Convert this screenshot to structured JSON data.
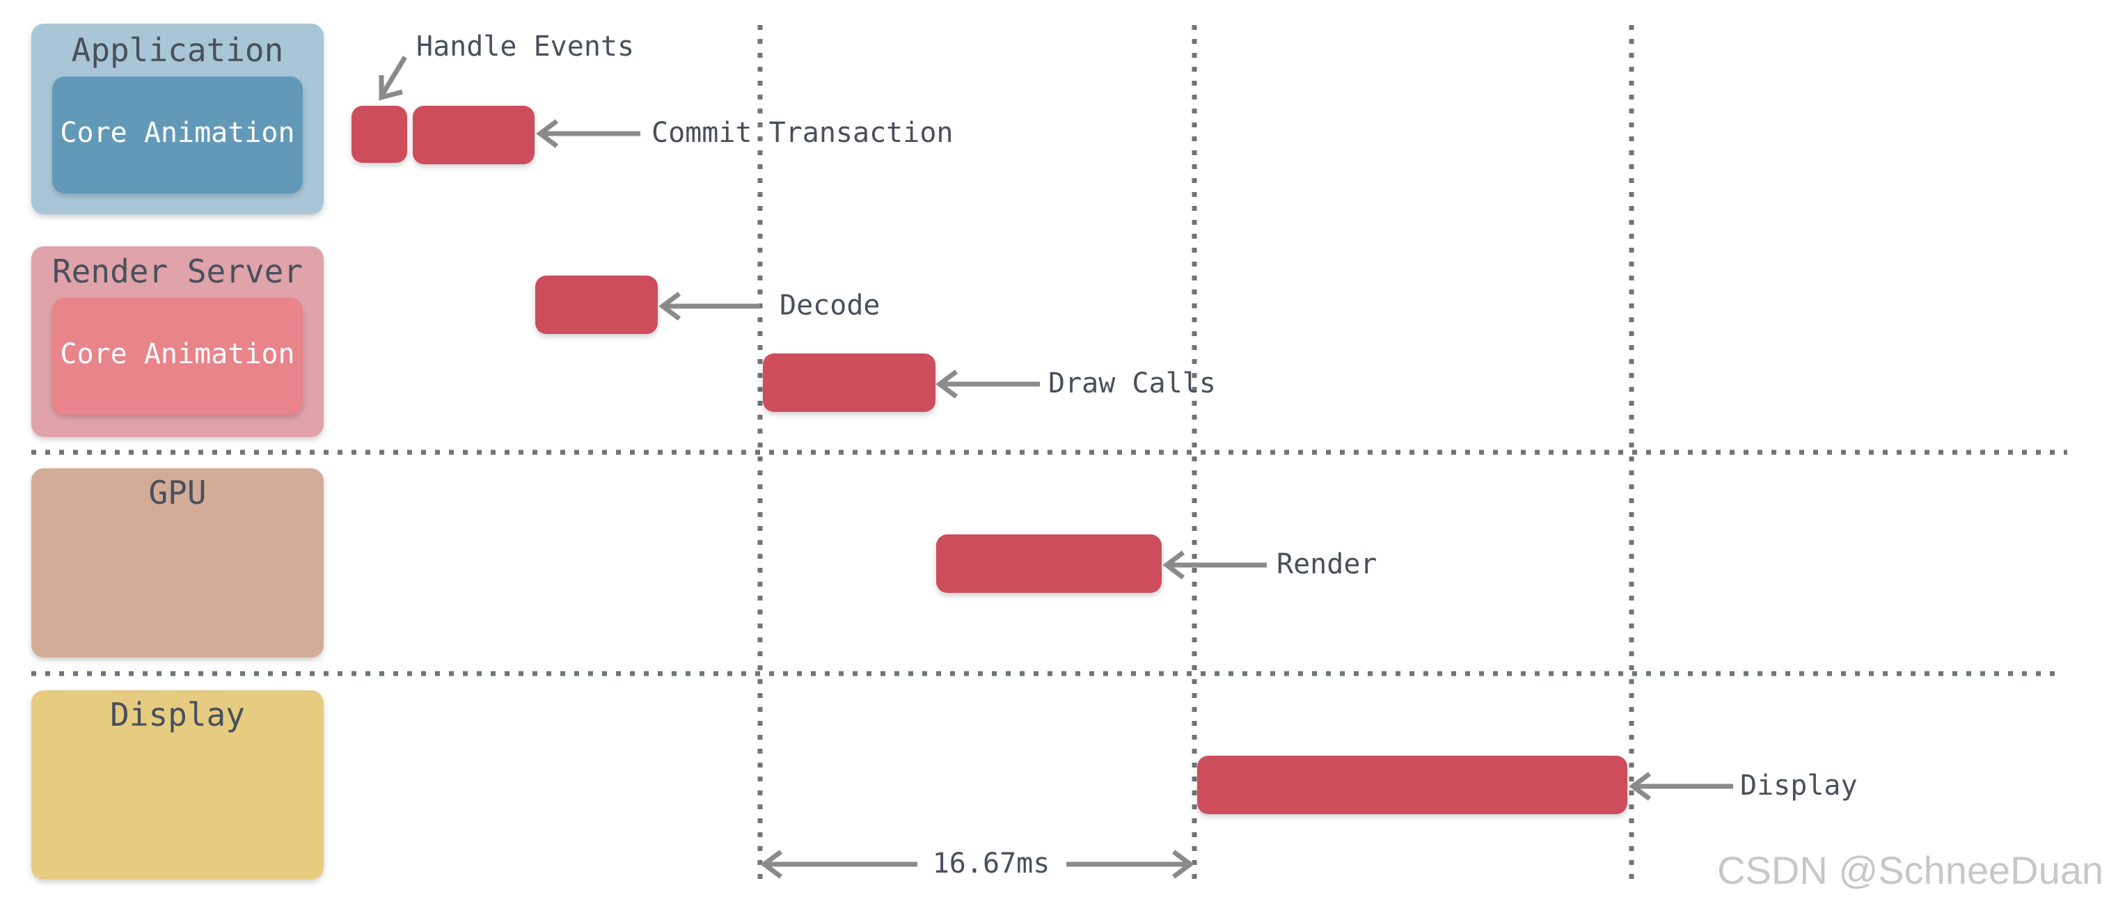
{
  "lanes": {
    "application": {
      "title": "Application",
      "inner": "Core Animation"
    },
    "render_server": {
      "title": "Render Server",
      "inner": "Core Animation"
    },
    "gpu": {
      "title": "GPU"
    },
    "display": {
      "title": "Display"
    }
  },
  "callouts": {
    "handle_events": "Handle Events",
    "commit_transaction": "Commit Transaction",
    "decode": "Decode",
    "draw_calls": "Draw Calls",
    "render": "Render",
    "display": "Display"
  },
  "frame_interval": "16.67ms",
  "watermark": "CSDN @SchneeDuan",
  "colors": {
    "application_lane": "#a8c6d8",
    "application_inner": "#6499b8",
    "render_server_lane": "#e0a3aa",
    "render_server_inner": "#e8848a",
    "gpu_lane": "#d3ac98",
    "display_lane": "#e6cc80",
    "task_bar": "#cd4d5c",
    "arrow": "#8a8a8a",
    "grid_line": "#6f7478"
  }
}
